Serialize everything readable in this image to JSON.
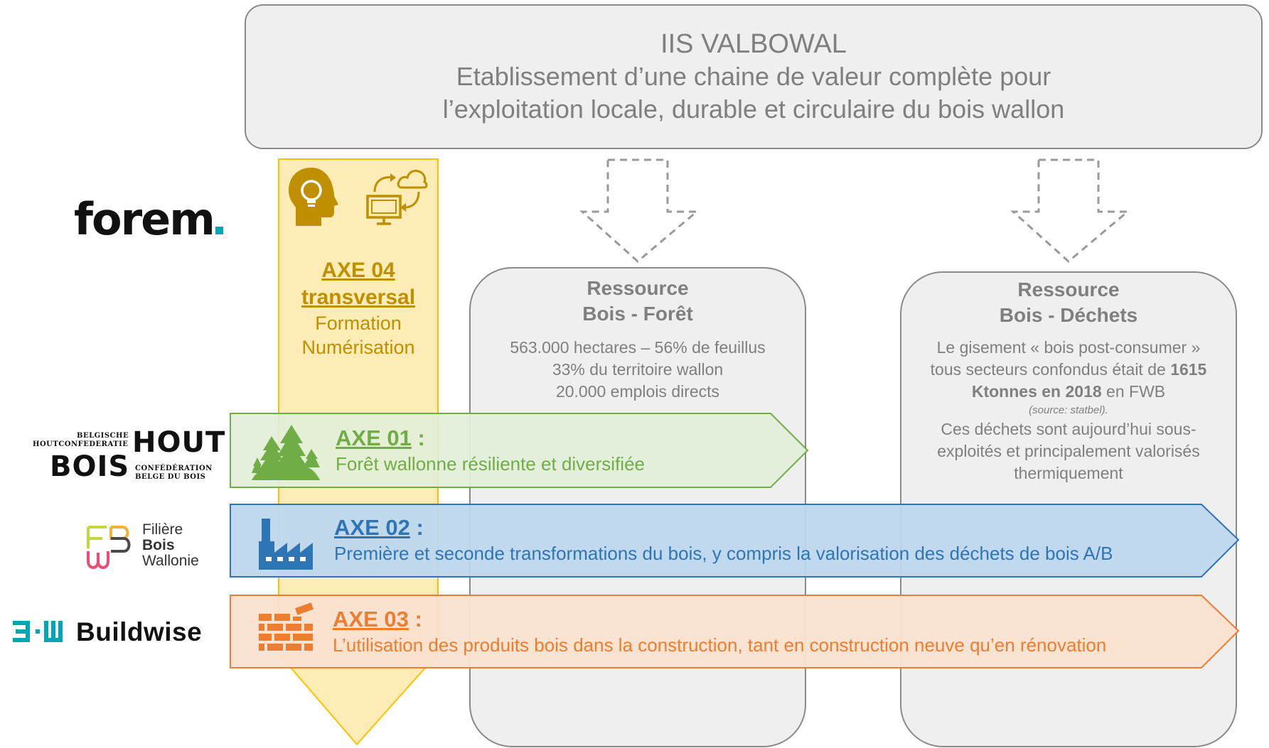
{
  "header": {
    "line1": "IIS VALBOWAL",
    "line2": "Etablissement d’une chaine de valeur complète pour",
    "line3": "l’exploitation locale, durable et circulaire du bois wallon"
  },
  "axe04": {
    "title": "AXE 04",
    "subtitle": "transversal",
    "line1": "Formation",
    "line2": "Numérisation",
    "color": "#bf8f00",
    "icons": [
      "head-lightbulb-icon",
      "computer-cloud-sync-icon"
    ]
  },
  "resource_foret": {
    "title1": "Ressource",
    "title2": "Bois - Forêt",
    "line1": "563.000 hectares – 56% de feuillus",
    "line2": "33% du territoire wallon",
    "line3": "20.000 emplois directs"
  },
  "resource_dechets": {
    "title1": "Ressource",
    "title2": "Bois - Déchets",
    "line1": "Le gisement « bois  post-consumer »",
    "line2a": "tous secteurs confondus était de ",
    "line2b": "1615",
    "line3a": "Ktonnes en 2018",
    "line3b": " en FWB",
    "source": "(source: statbel).",
    "line4": "Ces déchets sont aujourd’hui sous-",
    "line5": "exploités et principalement valorisés",
    "line6": "thermiquement"
  },
  "axes": [
    {
      "label": "AXE 01",
      "colon": " :",
      "text": "Forêt wallonne résiliente et diversifiée",
      "color": "#70ad47",
      "icon": "forest-icon"
    },
    {
      "label": "AXE 02",
      "colon": " :",
      "text": "Première et seconde transformations du bois, y compris la valorisation des déchets de bois A/B",
      "color": "#2e75b6",
      "icon": "factory-icon"
    },
    {
      "label": "AXE 03",
      "colon": " :",
      "text": "L’utilisation des produits bois dans la construction, tant en construction neuve qu’en rénovation",
      "color": "#ed7d31",
      "icon": "brick-wall-icon"
    }
  ],
  "logos": {
    "forem": "forem",
    "bois_hout": {
      "belgische": "BELGISCHE",
      "houtconfederatie": "HOUTCONFEDERATIE",
      "hout": "HOUT",
      "bois": "BOIS",
      "confederation": "CONFÉDÉRATION",
      "belge_du_bois": "BELGE DU BOIS"
    },
    "filiere": {
      "line1": "Filière",
      "line2": "Bois",
      "line3": "Wallonie"
    },
    "buildwise": "Buildwise"
  }
}
